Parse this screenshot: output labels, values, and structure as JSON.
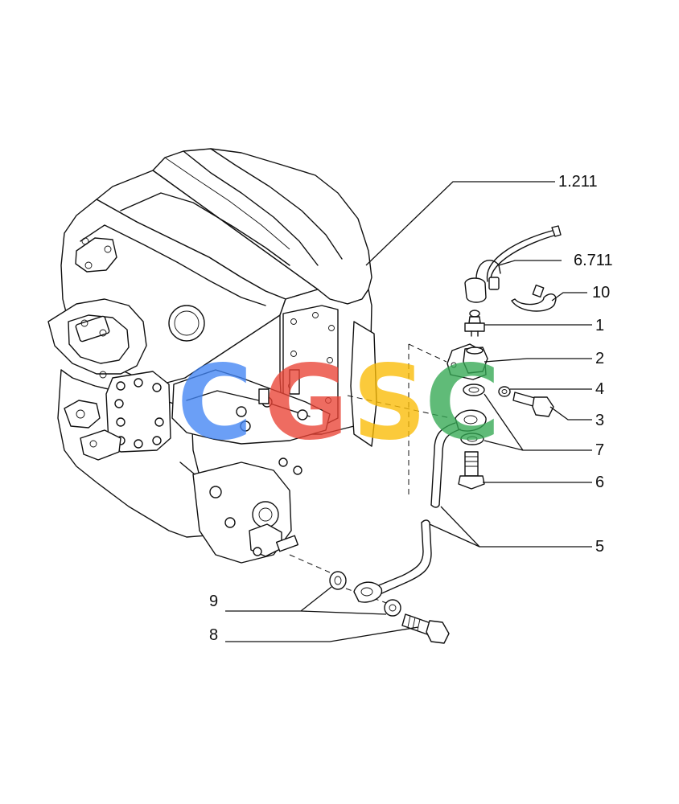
{
  "callouts": [
    {
      "id": "c-1211",
      "label": "1.211"
    },
    {
      "id": "c-6711",
      "label": "6.711"
    },
    {
      "id": "c-10",
      "label": "10"
    },
    {
      "id": "c-1",
      "label": "1"
    },
    {
      "id": "c-2",
      "label": "2"
    },
    {
      "id": "c-4",
      "label": "4"
    },
    {
      "id": "c-3",
      "label": "3"
    },
    {
      "id": "c-7",
      "label": "7"
    },
    {
      "id": "c-6",
      "label": "6"
    },
    {
      "id": "c-5",
      "label": "5"
    },
    {
      "id": "c-9",
      "label": "9"
    },
    {
      "id": "c-8",
      "label": "8"
    }
  ],
  "watermark": {
    "letters": [
      "C",
      "G",
      "S",
      "C"
    ],
    "colors": [
      "#4285f4",
      "#ea4335",
      "#fbbc05",
      "#34a853"
    ]
  }
}
